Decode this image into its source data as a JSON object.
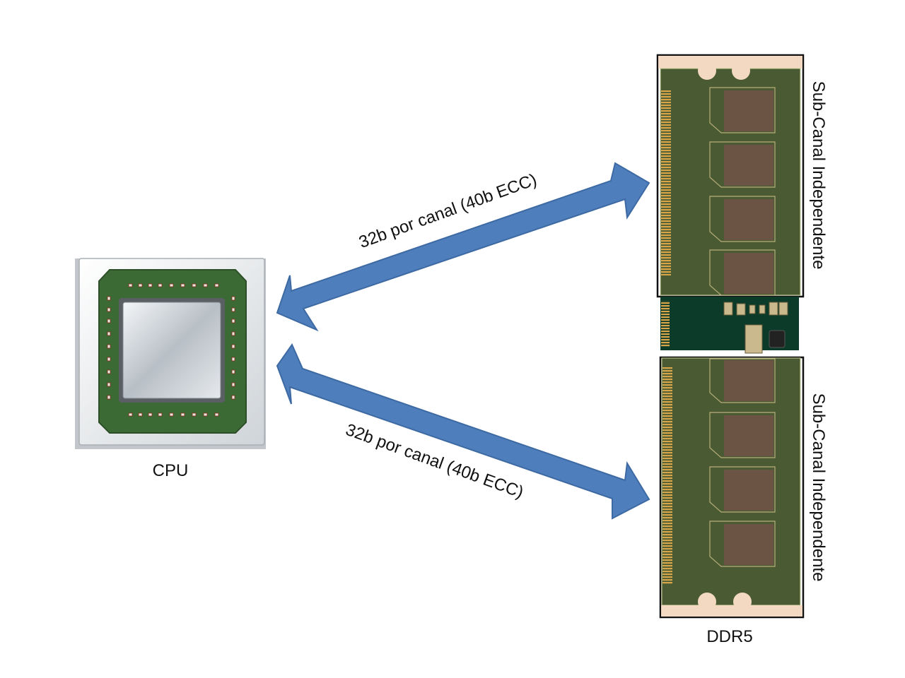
{
  "diagram": {
    "cpu_label": "CPU",
    "ddr_label": "DDR5",
    "arrow_top_label": "32b por canal (40b ECC)",
    "arrow_bottom_label": "32b por canal (40b ECC)",
    "subchannel_top_label": "Sub-Canal Independente",
    "subchannel_bottom_label": "Sub-Canal Independente"
  },
  "colors": {
    "arrow": "#4f7ebd",
    "pcb_green": "#4a5b33",
    "pcb_dark": "#0d3b2a",
    "chip_brown": "#6b5444",
    "gold": "#d2a24a",
    "cpu_frame": "#d9dde0",
    "cpu_substrate": "#3b6b35"
  }
}
